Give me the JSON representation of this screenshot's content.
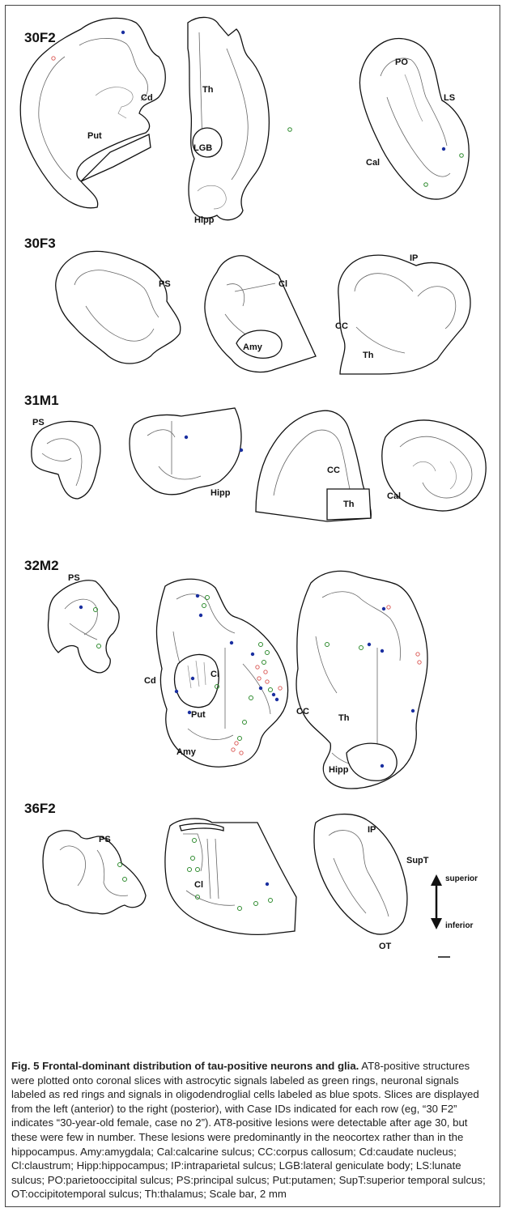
{
  "rows": [
    {
      "case_id": "30F2",
      "labels": {
        "cd": "Cd",
        "put": "Put",
        "th": "Th",
        "lgb": "LGB",
        "hipp": "Hipp",
        "po": "PO",
        "ls": "LS",
        "cal": "Cal"
      }
    },
    {
      "case_id": "30F3",
      "labels": {
        "ps": "PS",
        "cl": "Cl",
        "amy": "Amy",
        "ip": "IP",
        "cc": "CC",
        "th": "Th"
      }
    },
    {
      "case_id": "31M1",
      "labels": {
        "ps": "PS",
        "hipp": "Hipp",
        "cc": "CC",
        "th": "Th",
        "cal": "Cal"
      }
    },
    {
      "case_id": "32M2",
      "labels": {
        "ps": "PS",
        "cd": "Cd",
        "cl": "Cl",
        "put": "Put",
        "amy": "Amy",
        "cc": "CC",
        "th": "Th",
        "hipp": "Hipp"
      }
    },
    {
      "case_id": "36F2",
      "labels": {
        "ps": "PS",
        "cl": "Cl",
        "ip": "IP",
        "supt": "SupT",
        "ot": "OT"
      }
    }
  ],
  "orientation": {
    "superior": "superior",
    "inferior": "inferior"
  },
  "colors": {
    "astrocytic": "#2e8b2e",
    "neuronal": "#d9534f",
    "oligodendroglial": "#1a2fa0"
  },
  "caption": {
    "fig_no": "Fig. 5",
    "title": "Frontal-dominant distribution of tau-positive neurons and glia.",
    "body": "AT8-positive structures were plotted onto coronal slices with astrocytic signals labeled as green rings, neuronal signals labeled as red rings and signals in oligodendroglial cells labeled as blue spots. Slices are displayed from the left (anterior) to the right (posterior), with Case IDs indicated for each row (eg, “30 F2” indicates “30-year-old female, case no 2”). AT8-positive lesions were detectable after age 30, but these were few in number. These lesions were predominantly in the neocortex rather than in the hippocampus. Amy:amygdala; Cal:calcarine sulcus; CC:corpus callosum; Cd:caudate nucleus; Cl:claustrum; Hipp:hippocampus; IP:intraparietal sulcus; LGB:lateral geniculate body; LS:lunate sulcus; PO:parietooccipital sulcus; PS:principal sulcus; Put:putamen; SupT:superior temporal sulcus; OT:occipitotemporal sulcus; Th:thalamus; Scale bar, 2 mm"
  }
}
